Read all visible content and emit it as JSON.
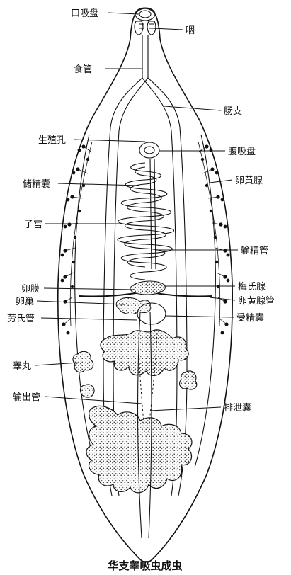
{
  "title": "华支睾吸虫成虫",
  "labels": {
    "oral_sucker": "口吸盘",
    "pharynx": "咽",
    "esophagus": "食管",
    "intestinal_branch": "肠支",
    "genital_pore": "生殖孔",
    "ventral_sucker": "腹吸盘",
    "seminal_vesicle": "储精囊",
    "vitelline_gland": "卵黄腺",
    "uterus": "子宫",
    "vas_deferens": "输精管",
    "ootype": "卵膜",
    "mehlis_gland": "梅氏腺",
    "ovary": "卵巢",
    "vitelline_duct": "卵黄腺管",
    "laurer_canal": "劳氏管",
    "seminal_receptacle": "受精囊",
    "testis": "睾丸",
    "efferent_duct": "输出管",
    "excretory_bladder": "排泄囊"
  },
  "colors": {
    "ink": "#111111",
    "background": "#ffffff",
    "stipple": "#dddddd"
  }
}
